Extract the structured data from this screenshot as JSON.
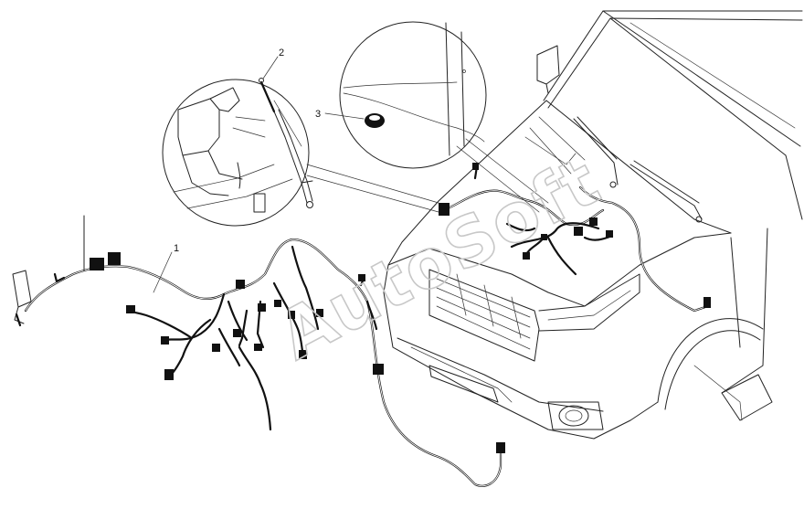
{
  "diagram": {
    "watermark": "AutoSoft",
    "callouts": [
      {
        "id": "1",
        "label": "1"
      },
      {
        "id": "2",
        "label": "2"
      },
      {
        "id": "3",
        "label": "3"
      }
    ]
  }
}
